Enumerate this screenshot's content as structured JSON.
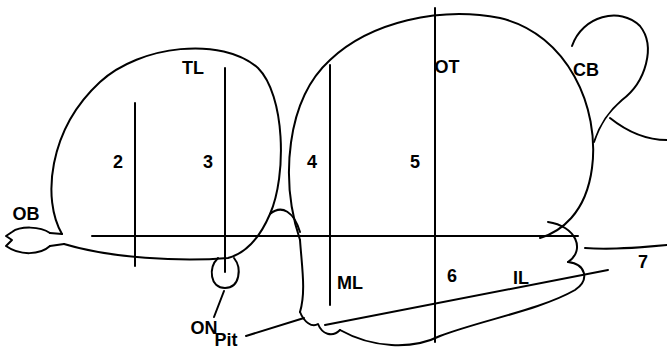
{
  "diagram": {
    "labels": [
      "TL",
      "OT",
      "CB",
      "2",
      "3",
      "4",
      "5",
      "7",
      "OB",
      "6",
      "IL",
      "ML",
      "ON",
      "Pit"
    ]
  }
}
